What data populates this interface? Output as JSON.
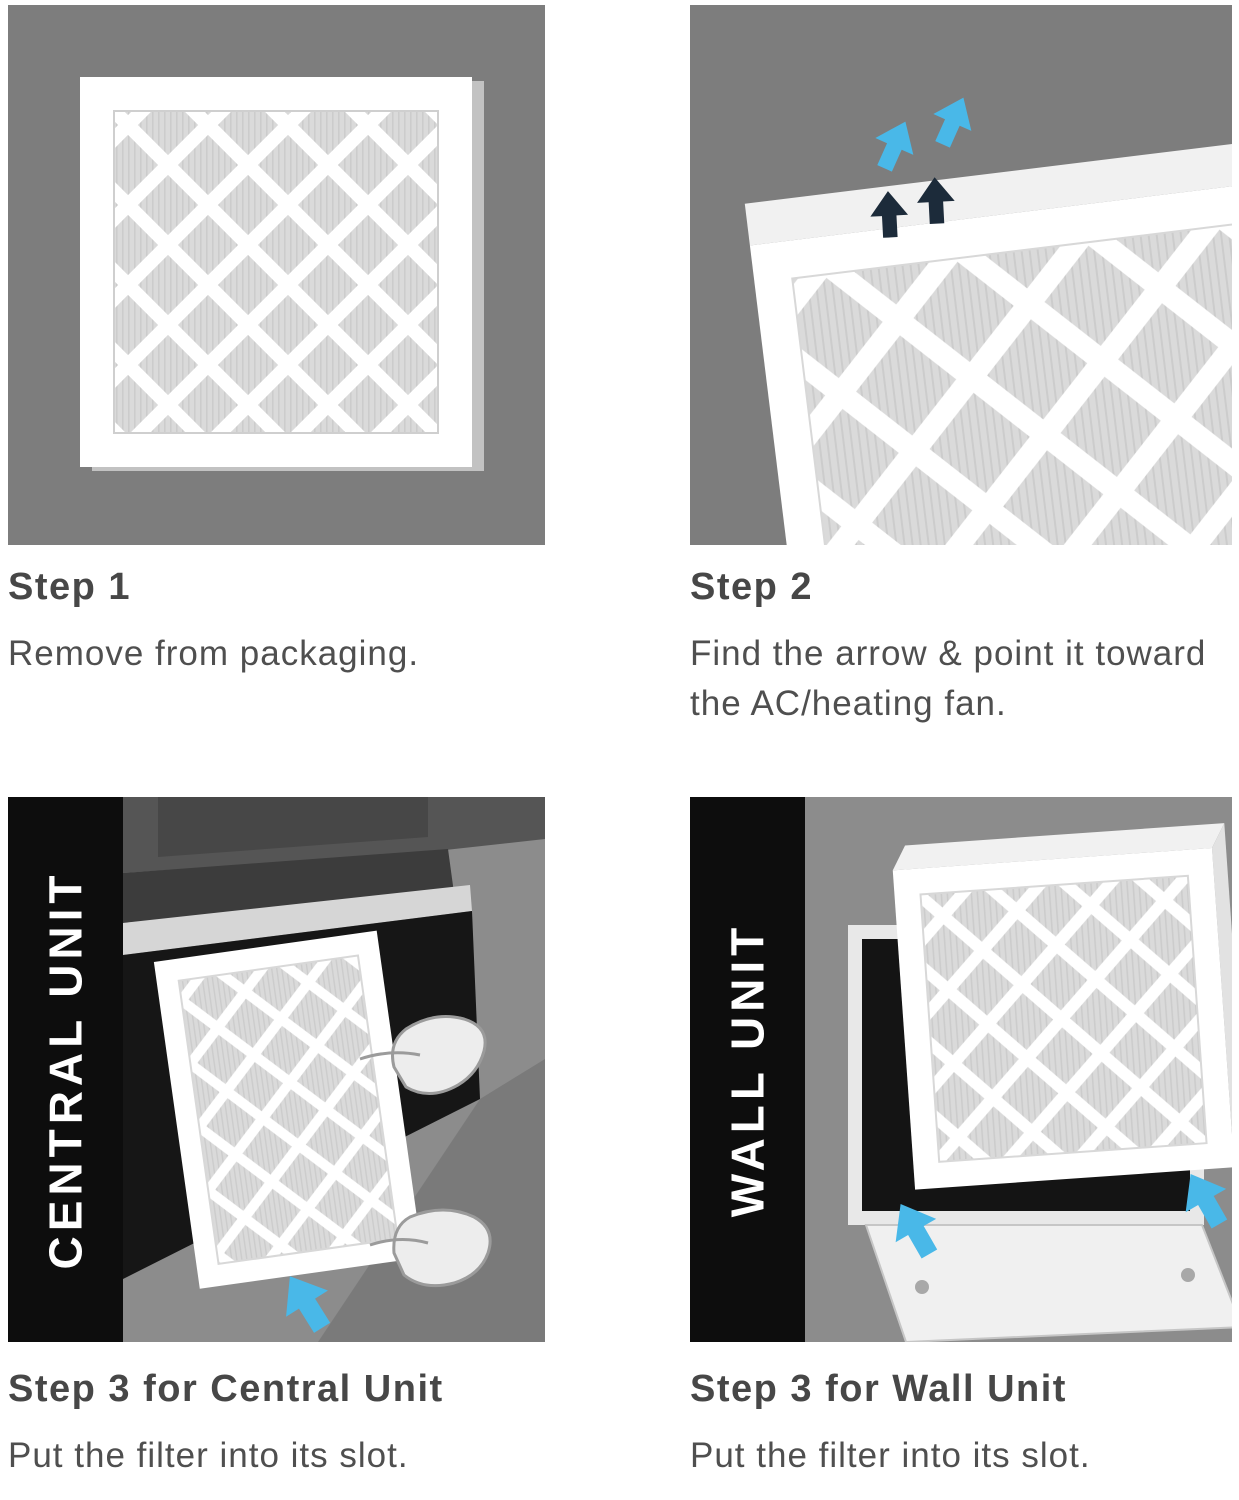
{
  "colors": {
    "panel_background": "#7d7d7d",
    "accent_blue": "#49b8e8",
    "dark_arrow_navy": "#1c2b3a",
    "band_black": "#0d0d0d",
    "title_text": "#474747",
    "body_text": "#4f4f4f"
  },
  "steps": [
    {
      "id": "step-1",
      "title": "Step 1",
      "caption": "Remove from packaging."
    },
    {
      "id": "step-2",
      "title": "Step 2",
      "caption": "Find the arrow & point it toward the AC/heating fan."
    },
    {
      "id": "step-3-central",
      "title": "Step 3 for Central Unit",
      "caption": "Put the filter into its slot.",
      "band_label": "CENTRAL UNIT"
    },
    {
      "id": "step-3-wall",
      "title": "Step 3 for Wall Unit",
      "caption": "Put the filter into its slot.",
      "band_label": "WALL UNIT"
    }
  ],
  "icons": {
    "blue_arrows": "airflow-direction-arrow",
    "dark_arrows": "printed-airflow-arrow"
  }
}
